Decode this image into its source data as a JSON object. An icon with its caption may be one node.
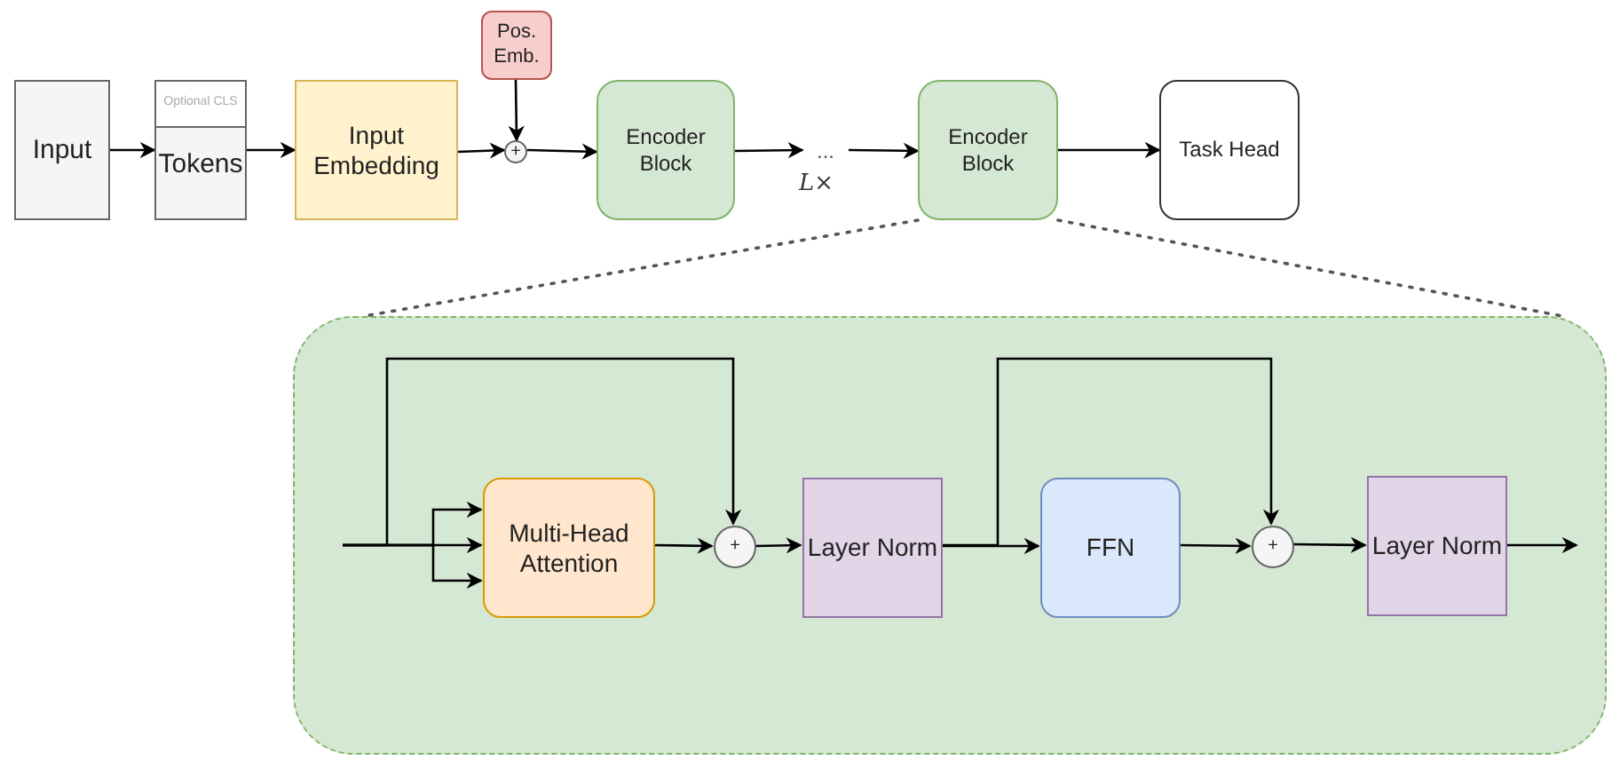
{
  "diagram": {
    "nodes": [
      {
        "text": [
          "Input"
        ]
      },
      {
        "text": [
          "Optional CLS",
          "Tokens"
        ]
      },
      {
        "text": [
          "Input Embedding"
        ]
      },
      {
        "text": [
          "Pos. Emb."
        ]
      },
      {
        "text": [
          "+"
        ]
      },
      {
        "text": [
          "Encoder Block"
        ]
      },
      {
        "text": [
          "..."
        ],
        "beside": [
          "L×"
        ]
      },
      {
        "text": [
          "Encoder Block"
        ]
      },
      {
        "text": [
          "Task Head"
        ]
      },
      {
        "text": [],
        "shape": "box"
      },
      {
        "text": [
          "Multi-Head Attention"
        ],
        "in": 9
      },
      {
        "text": [
          "+"
        ],
        "in": 9
      },
      {
        "text": [
          "Layer Norm"
        ],
        "in": 9
      },
      {
        "text": [
          "FFN"
        ],
        "in": 9
      },
      {
        "text": [
          "+"
        ],
        "in": 9
      },
      {
        "text": [
          "Layer Norm"
        ],
        "in": 9
      }
    ],
    "edges": [
      {
        "from": 0,
        "to": 1,
        "arrow": "to"
      },
      {
        "from": 1,
        "to": 2,
        "arrow": "to"
      },
      {
        "from": 2,
        "to": 4,
        "arrow": "to"
      },
      {
        "from": 3,
        "to": 4,
        "arrow": "to"
      },
      {
        "from": 4,
        "to": 5,
        "arrow": "to"
      },
      {
        "from": 5,
        "to": 6,
        "arrow": "to"
      },
      {
        "from": 6,
        "to": 7,
        "arrow": "to"
      },
      {
        "from": 7,
        "to": 8,
        "arrow": "to"
      },
      {
        "from": 7,
        "to": 9,
        "arrow": "none",
        "style": "dashed"
      },
      {
        "from": 7,
        "to": 9,
        "arrow": "none",
        "style": "dashed"
      },
      {
        "from": null,
        "to": 10,
        "arrow": "to"
      },
      {
        "from": null,
        "to": 10,
        "arrow": "to"
      },
      {
        "from": null,
        "to": 10,
        "arrow": "to"
      },
      {
        "from": null,
        "to": 11,
        "arrow": "to"
      },
      {
        "from": 10,
        "to": 11,
        "arrow": "to"
      },
      {
        "from": 11,
        "to": 12,
        "arrow": "to"
      },
      {
        "from": 12,
        "to": 13,
        "arrow": "to"
      },
      {
        "from": 12,
        "to": 14,
        "arrow": "to"
      },
      {
        "from": 13,
        "to": 14,
        "arrow": "to"
      },
      {
        "from": 14,
        "to": 15,
        "arrow": "to"
      },
      {
        "from": 15,
        "to": null,
        "arrow": "to"
      }
    ]
  }
}
